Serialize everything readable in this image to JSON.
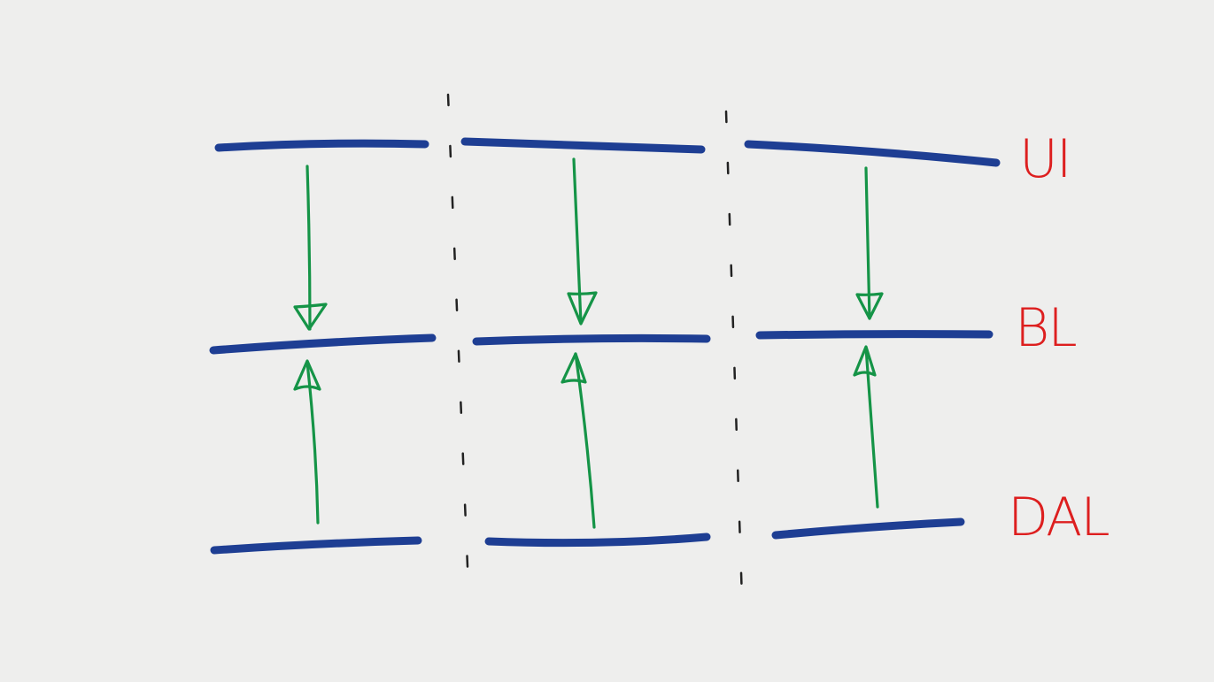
{
  "colors": {
    "background": "#eeeeed",
    "layer_line": "#1e3e93",
    "arrow": "#159447",
    "label": "#dd1f1f",
    "divider": "#222222"
  },
  "diagram": {
    "columns": 3,
    "layers": [
      {
        "key": "ui",
        "label": "UI"
      },
      {
        "key": "bl",
        "label": "BL"
      },
      {
        "key": "dal",
        "label": "DAL"
      }
    ],
    "arrows": [
      {
        "from": "UI",
        "to": "BL"
      },
      {
        "from": "DAL",
        "to": "BL"
      }
    ],
    "divider_style": "dashed"
  }
}
